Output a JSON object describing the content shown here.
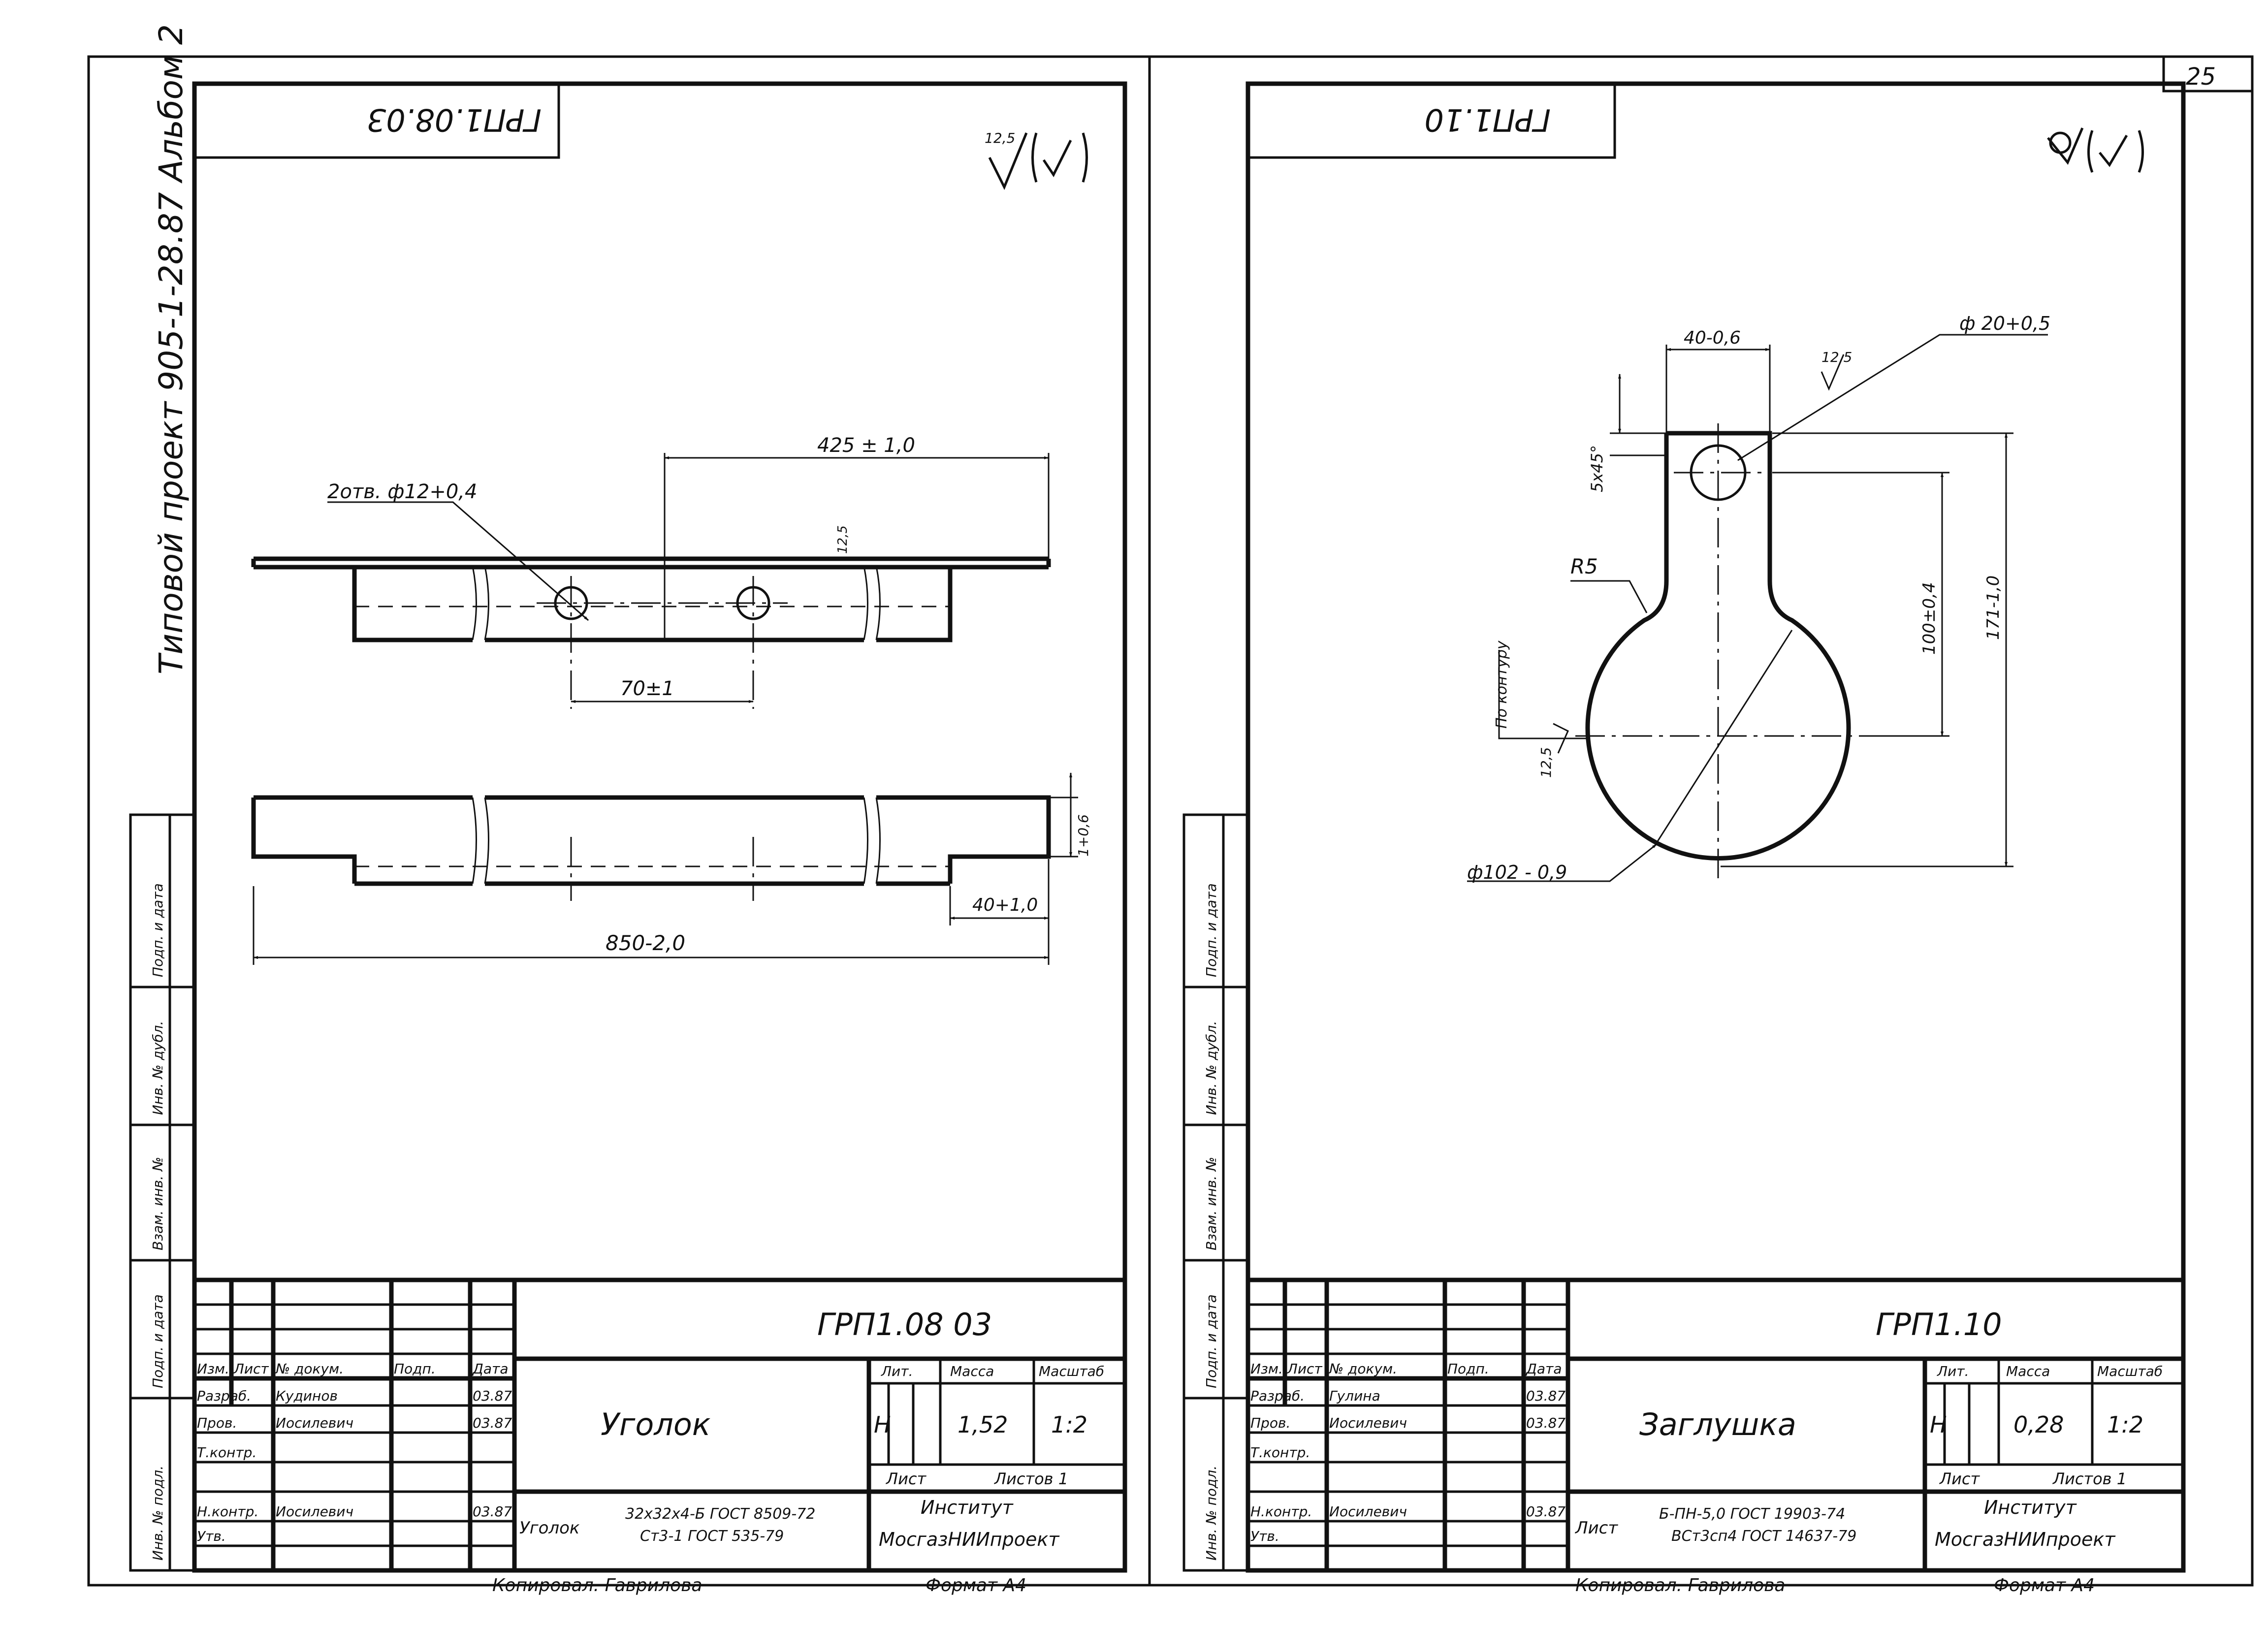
{
  "page_number": "25",
  "side_stamp": "Типовой проект 905-1-28.87 Альбом 2",
  "left_sheet": {
    "corner_code": "ГРП1.08.03",
    "roughness": "12,5",
    "dims": {
      "length_total": "850-2,0",
      "hole_offset": "425 ± 1,0",
      "hole_spacing": "70±1",
      "holes": "2отв. ф12+0,4",
      "roughness_small": "12,5",
      "notch": "40+1,0",
      "thickness": "1+0,6"
    },
    "title_block": {
      "doc_code": "ГРП1.08 03",
      "name": "Уголок",
      "lit": "Н",
      "mass": "1,52",
      "scale": "1:2",
      "col_lit": "Лит.",
      "col_mass": "Масса",
      "col_scale": "Масштаб",
      "sheet_label": "Лист",
      "sheets_label": "Листов 1",
      "material_name": "Уголок",
      "material_line1": "32х32х4-Б ГОСТ 8509-72",
      "material_line2": "Ст3-1 ГОСТ 535-79",
      "org_line1": "Институт",
      "org_line2": "МосгазНИИпроект",
      "copied_by": "Копировал. Гаврилова",
      "format": "Формат А4",
      "rows": [
        {
          "role": "Изм. Лист",
          "name": "№ докум.",
          "sign": "Подп.",
          "date": "Дата"
        },
        {
          "role": "Разраб.",
          "name": "Кудинов",
          "sign": "",
          "date": "03.87"
        },
        {
          "role": "Пров.",
          "name": "Иосилевич",
          "sign": "",
          "date": "03.87"
        },
        {
          "role": "Т.контр.",
          "name": "",
          "sign": "",
          "date": ""
        },
        {
          "role": "Н.контр.",
          "name": "Иосилевич",
          "sign": "",
          "date": "03.87"
        },
        {
          "role": "Утв.",
          "name": "",
          "sign": "",
          "date": ""
        }
      ]
    }
  },
  "right_sheet": {
    "corner_code": "ГРП1.10",
    "dims": {
      "width": "40-0,6",
      "hole": "ф 20+0,5",
      "roughness_small": "12,5",
      "chamfer": "5х45°",
      "radius": "R5",
      "center_dist": "100±0,4",
      "overall": "171-1,0",
      "outline_note": "По контуру",
      "roughness_circle": "12,5",
      "diameter": "ф102 - 0,9"
    },
    "title_block": {
      "doc_code": "ГРП1.10",
      "name": "Заглушка",
      "lit": "Н",
      "mass": "0,28",
      "scale": "1:2",
      "col_lit": "Лит.",
      "col_mass": "Масса",
      "col_scale": "Масштаб",
      "sheet_label": "Лист",
      "sheets_label": "Листов 1",
      "material_name": "Лист",
      "material_line1": "Б-ПН-5,0 ГОСТ 19903-74",
      "material_line2": "ВСт3сп4 ГОСТ 14637-79",
      "org_line1": "Институт",
      "org_line2": "МосгазНИИпроект",
      "copied_by": "Копировал. Гаврилова",
      "format": "Формат А4",
      "rows": [
        {
          "role": "Изм. Лист",
          "name": "№ докум.",
          "sign": "Подп.",
          "date": "Дата"
        },
        {
          "role": "Разраб.",
          "name": "Гулина",
          "sign": "",
          "date": "03.87"
        },
        {
          "role": "Пров.",
          "name": "Иосилевич",
          "sign": "",
          "date": "03.87"
        },
        {
          "role": "Т.контр.",
          "name": "",
          "sign": "",
          "date": ""
        },
        {
          "role": "Н.контр.",
          "name": "Иосилевич",
          "sign": "",
          "date": "03.87"
        },
        {
          "role": "Утв.",
          "name": "",
          "sign": "",
          "date": ""
        }
      ]
    }
  },
  "margin_labels": [
    "Инв. № подл.",
    "Подп. и дата",
    "Взам. инв. №",
    "Инв. № дубл.",
    "Подп. и дата"
  ]
}
